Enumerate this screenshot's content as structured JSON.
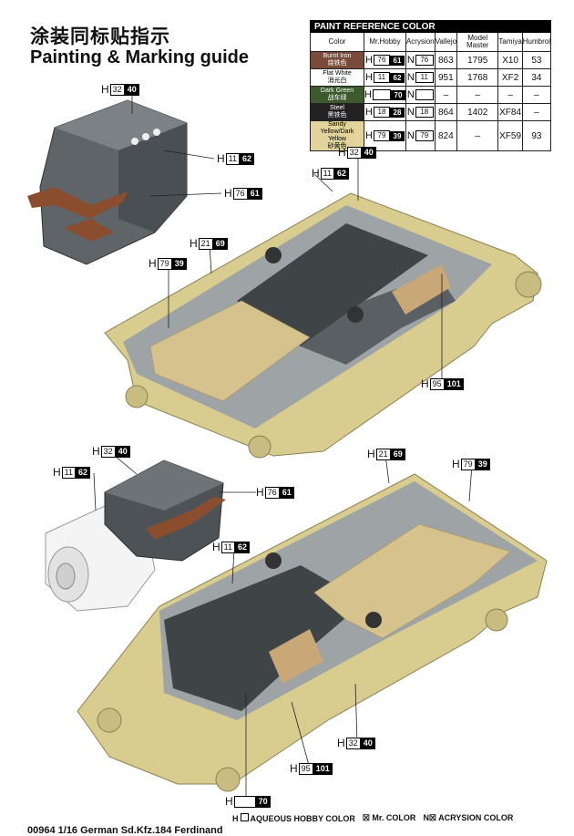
{
  "title_cn": "涂装同标贴指示",
  "title_en": "Painting & Marking guide",
  "table": {
    "header": "PAINT  REFERENCE COLOR",
    "columns": [
      "Color",
      "Mr.Hobby",
      "Acrysion",
      "Vallejo",
      "Model Master",
      "Tamiya",
      "Humbrol"
    ],
    "rows": [
      {
        "name": "Burnt Iron",
        "name_cn": "烧铁色",
        "bg": "#7a4a3a",
        "fg": "#ffffff",
        "h1": "76",
        "h2": "61",
        "n": "76",
        "vallejo": "863",
        "mm": "1795",
        "tamiya": "X10",
        "humbrol": "53"
      },
      {
        "name": "Flat White",
        "name_cn": "消光白",
        "bg": "#ffffff",
        "fg": "#000000",
        "h1": "11",
        "h2": "62",
        "n": "11",
        "vallejo": "951",
        "mm": "1768",
        "tamiya": "XF2",
        "humbrol": "34"
      },
      {
        "name": "Dark Green",
        "name_cn": "战车绿",
        "bg": "#3d5a2e",
        "fg": "#ffffff",
        "h1": "",
        "h2": "70",
        "n": "",
        "vallejo": "–",
        "mm": "–",
        "tamiya": "–",
        "humbrol": "–"
      },
      {
        "name": "Steel",
        "name_cn": "黑铁色",
        "bg": "#222222",
        "fg": "#ffffff",
        "h1": "18",
        "h2": "28",
        "n": "18",
        "vallejo": "864",
        "mm": "1402",
        "tamiya": "XF84",
        "humbrol": "–"
      },
      {
        "name": "Sandy Yellow/Dark Yellow",
        "name_cn": "砂黄色",
        "bg": "#e2d49a",
        "fg": "#000000",
        "h1": "79",
        "h2": "39",
        "n": "79",
        "vallejo": "824",
        "mm": "–",
        "tamiya": "XF59",
        "humbrol": "93"
      }
    ]
  },
  "callouts": [
    {
      "id": "c1",
      "h1": "32",
      "h2": "40"
    },
    {
      "id": "c2",
      "h1": "11",
      "h2": "62"
    },
    {
      "id": "c3",
      "h1": "76",
      "h2": "61"
    },
    {
      "id": "c4",
      "h1": "32",
      "h2": "40"
    },
    {
      "id": "c5",
      "h1": "11",
      "h2": "62"
    },
    {
      "id": "c6",
      "h1": "21",
      "h2": "69"
    },
    {
      "id": "c7",
      "h1": "79",
      "h2": "39"
    },
    {
      "id": "c8",
      "h1": "95",
      "h2": "101"
    },
    {
      "id": "c9",
      "h1": "32",
      "h2": "40"
    },
    {
      "id": "c10",
      "h1": "11",
      "h2": "62"
    },
    {
      "id": "c11",
      "h1": "76",
      "h2": "61"
    },
    {
      "id": "c12",
      "h1": "21",
      "h2": "69"
    },
    {
      "id": "c13",
      "h1": "79",
      "h2": "39"
    },
    {
      "id": "c14",
      "h1": "11",
      "h2": "62"
    },
    {
      "id": "c15",
      "h1": "32",
      "h2": "40"
    },
    {
      "id": "c16",
      "h1": "95",
      "h2": "101"
    },
    {
      "id": "c17",
      "h1": "",
      "h2": "70"
    }
  ],
  "legend": {
    "h": "AQUEOUS HOBBY COLOR",
    "mr": "Mr. COLOR",
    "n": "ACRYSION COLOR"
  },
  "footer": "00964 1/16  German Sd.Kfz.184 Ferdinand"
}
